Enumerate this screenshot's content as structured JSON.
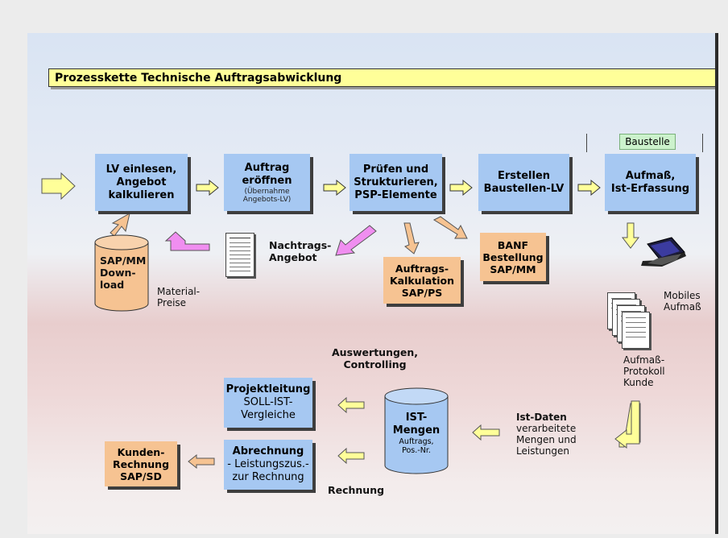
{
  "title": "Prozesskette Technische Auftragsabwicklung",
  "baustelle": "Baustelle",
  "steps": [
    {
      "l1": "LV einlesen,",
      "l2": "Angebot",
      "l3": "kalkulieren"
    },
    {
      "l1": "Auftrag",
      "l2": "eröffnen",
      "s1": "(Übernahme",
      "s2": "Angebots-LV)"
    },
    {
      "l1": "Prüfen und",
      "l2": "Strukturieren,",
      "l3": "PSP-Elemente"
    },
    {
      "l1": "Erstellen",
      "l2": "Baustellen-LV"
    },
    {
      "l1": "Aufmaß,",
      "l2": "Ist-Erfassung"
    }
  ],
  "sapmm": {
    "l1": "SAP/MM",
    "l2": "Down-",
    "l3": "load"
  },
  "material": {
    "l1": "Material-",
    "l2": "Preise"
  },
  "nachtrag": {
    "l1": "Nachtrags-",
    "l2": "Angebot"
  },
  "kalk": {
    "l1": "Auftrags-",
    "l2": "Kalkulation",
    "l3": "SAP/PS"
  },
  "banf": {
    "l1": "BANF",
    "l2": "Bestellung",
    "l3": "SAP/MM"
  },
  "mobiles": {
    "l1": "Mobiles",
    "l2": "Aufmaß"
  },
  "protokoll": {
    "l1": "Aufmaß-",
    "l2": "Protokoll",
    "l3": "Kunde"
  },
  "auswertungen": {
    "l1": "Auswertungen,",
    "l2": "Controlling"
  },
  "istdaten": {
    "l1": "Ist-Daten",
    "l2": "verarbeitete",
    "l3": "Mengen und",
    "l4": "Leistungen"
  },
  "istmengen": {
    "l1": "IST-",
    "l2": "Mengen",
    "s1": "Auftrags,",
    "s2": "Pos.-Nr."
  },
  "projekt": {
    "l1": "Projektleitung",
    "l2": "SOLL-IST-",
    "l3": "Vergleiche"
  },
  "abrechnung": {
    "l1": "Abrechnung",
    "l2": "- Leistungszus.-",
    "l3": "zur Rechnung"
  },
  "kunden": {
    "l1": "Kunden-",
    "l2": "Rechnung",
    "l3": "SAP/SD"
  },
  "rechnung": "Rechnung",
  "colors": {
    "step": "#a6c8f2",
    "orange": "#f6c392",
    "arrow": "#ffff99",
    "magenta": "#f08ef0",
    "titlebar": "#ffff99"
  }
}
